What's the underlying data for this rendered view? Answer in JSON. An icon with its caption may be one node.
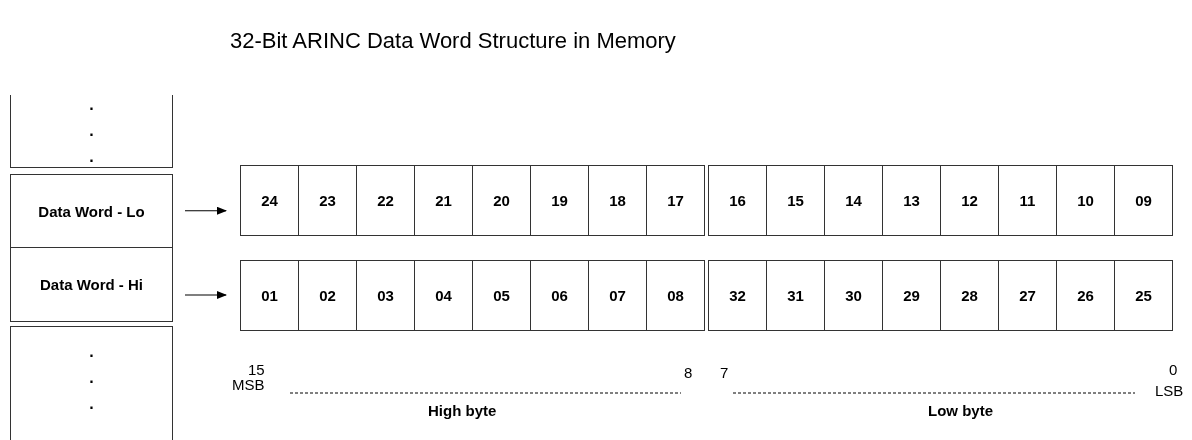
{
  "diagram": {
    "title": "32-Bit ARINC Data Word Structure in Memory",
    "nodes": [
      {
        "text": [
          ". . ."
        ]
      },
      {
        "text": [
          "Data Word - Lo"
        ]
      },
      {
        "text": [
          "Data Word - Hi"
        ]
      },
      {
        "text": [
          ". . ."
        ]
      },
      {
        "text": [
          "24"
        ]
      },
      {
        "text": [
          "23"
        ]
      },
      {
        "text": [
          "22"
        ]
      },
      {
        "text": [
          "21"
        ]
      },
      {
        "text": [
          "20"
        ]
      },
      {
        "text": [
          "19"
        ]
      },
      {
        "text": [
          "18"
        ]
      },
      {
        "text": [
          "17"
        ]
      },
      {
        "text": [
          "16"
        ]
      },
      {
        "text": [
          "15"
        ]
      },
      {
        "text": [
          "14"
        ]
      },
      {
        "text": [
          "13"
        ]
      },
      {
        "text": [
          "12"
        ]
      },
      {
        "text": [
          "11"
        ]
      },
      {
        "text": [
          "10"
        ]
      },
      {
        "text": [
          "09"
        ]
      },
      {
        "text": [
          "01"
        ]
      },
      {
        "text": [
          "02"
        ]
      },
      {
        "text": [
          "03"
        ]
      },
      {
        "text": [
          "04"
        ]
      },
      {
        "text": [
          "05"
        ]
      },
      {
        "text": [
          "06"
        ]
      },
      {
        "text": [
          "07"
        ]
      },
      {
        "text": [
          "08"
        ]
      },
      {
        "text": [
          "32"
        ]
      },
      {
        "text": [
          "31"
        ]
      },
      {
        "text": [
          "30"
        ]
      },
      {
        "text": [
          "29"
        ]
      },
      {
        "text": [
          "28"
        ]
      },
      {
        "text": [
          "27"
        ]
      },
      {
        "text": [
          "26"
        ]
      },
      {
        "text": [
          "25"
        ]
      }
    ],
    "edges": [
      {
        "from": 1,
        "to": 4,
        "arrow": "to"
      },
      {
        "from": 2,
        "to": 20,
        "arrow": "to"
      }
    ],
    "labels": [
      "15",
      "MSB",
      "8",
      "7",
      "0",
      "High byte",
      "Low byte",
      "LSB"
    ]
  }
}
